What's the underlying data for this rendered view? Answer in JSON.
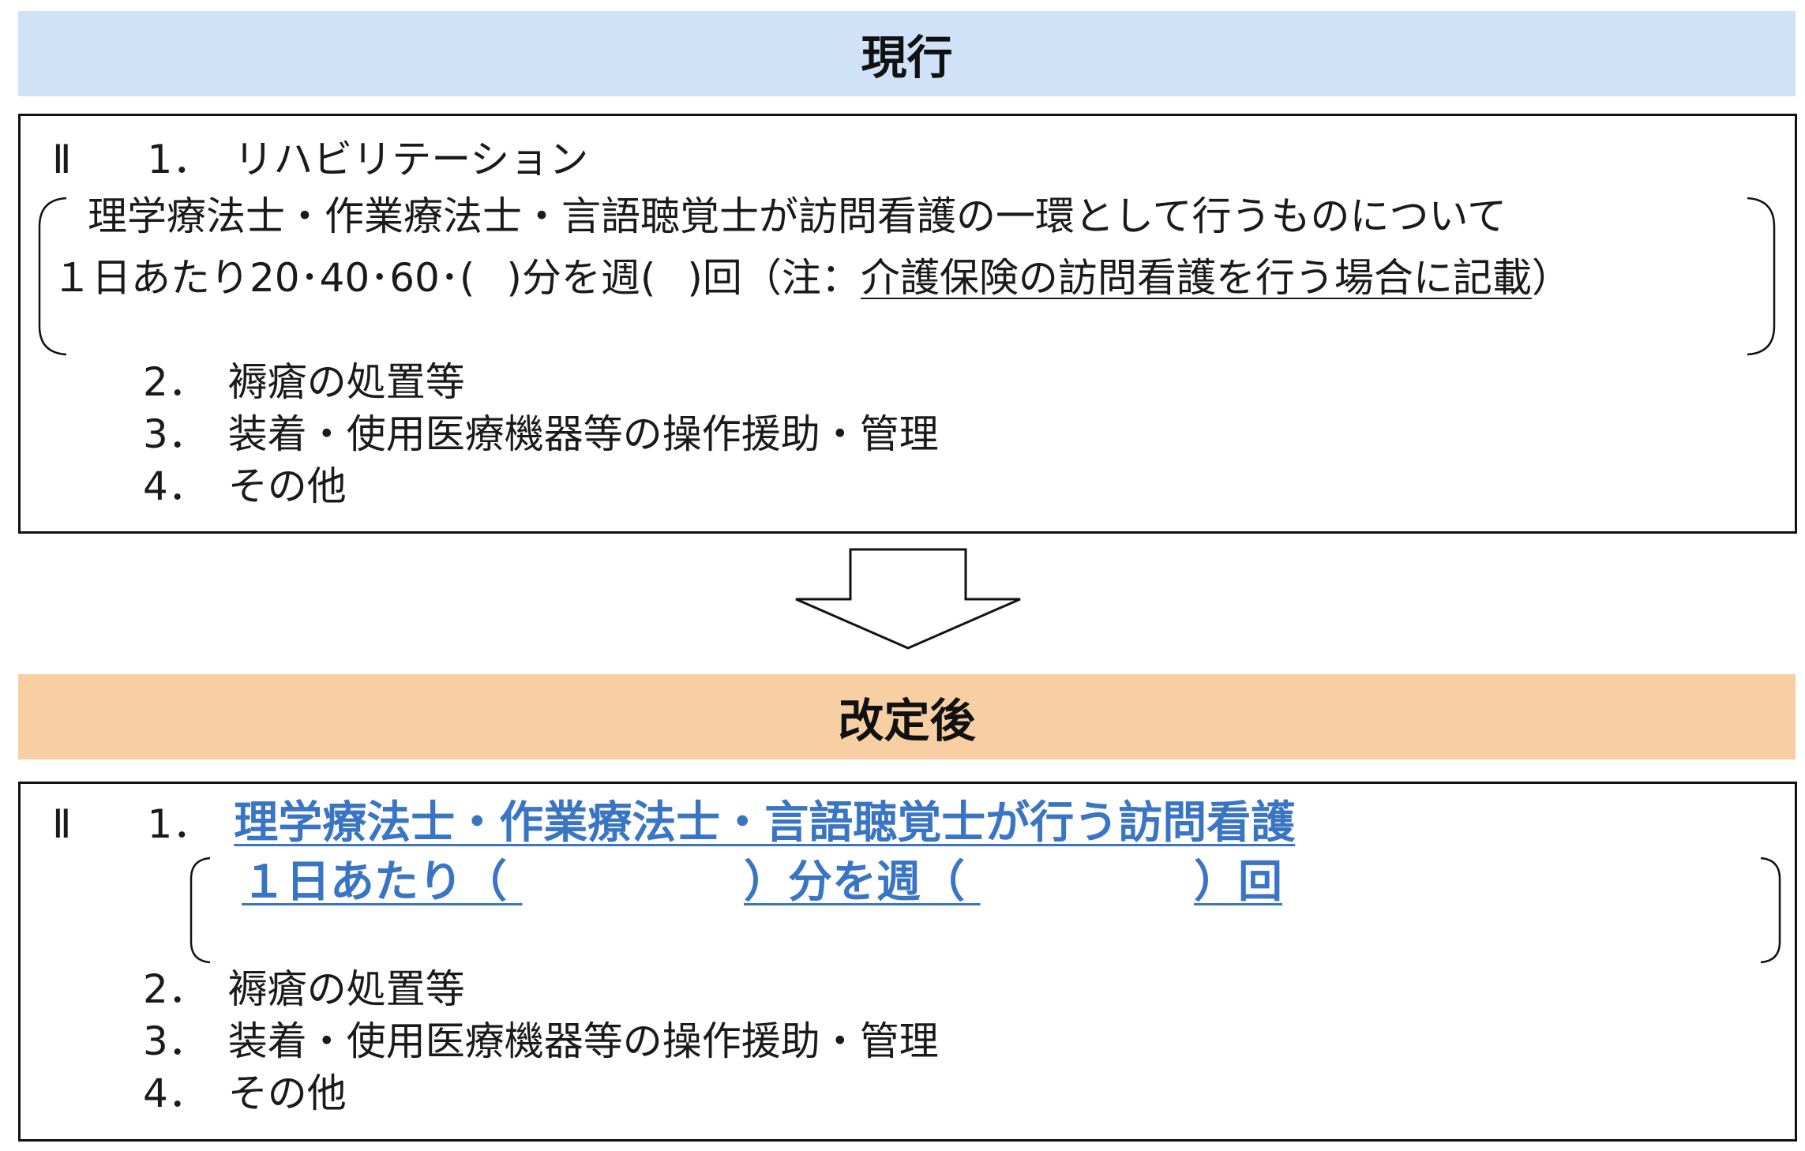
{
  "current": {
    "banner": "現行",
    "section_mark": "Ⅱ",
    "item1": {
      "num": "1．",
      "label": "リハビリテーション"
    },
    "item1_detail_line1": "理学療法士・作業療法士・言語聴覚士が訪問看護の一環として行うものについて",
    "item1_detail_line2a": "１日あたり20･40･60･(",
    "item1_detail_line2b": ")分を週(",
    "item1_detail_line2c": ")回（注：",
    "item1_detail_line2_underlined": "介護保険の訪問看護を行う場合に記載",
    "item1_detail_line2_end": "）",
    "item2": {
      "num": "2．",
      "label": "褥瘡の処置等"
    },
    "item3": {
      "num": "3．",
      "label": "装着・使用医療機器等の操作援助・管理"
    },
    "item4": {
      "num": "4．",
      "label": "その他"
    }
  },
  "arrow": {
    "icon": "down-arrow-icon"
  },
  "revised": {
    "banner": "改定後",
    "section_mark": "Ⅱ",
    "item1": {
      "num": "1．",
      "label": "理学療法士・作業療法士・言語聴覚士が行う訪問看護"
    },
    "item1_detail_a": "１日あたり（",
    "item1_detail_b": "）分を週（",
    "item1_detail_c": "）回",
    "item2": {
      "num": "2．",
      "label": "褥瘡の処置等"
    },
    "item3": {
      "num": "3．",
      "label": "装着・使用医療機器等の操作援助・管理"
    },
    "item4": {
      "num": "4．",
      "label": "その他"
    },
    "highlight_color": "#3a75c4"
  },
  "colors": {
    "current_banner": "#cfe2f8",
    "revised_banner": "#f7cfa3"
  }
}
